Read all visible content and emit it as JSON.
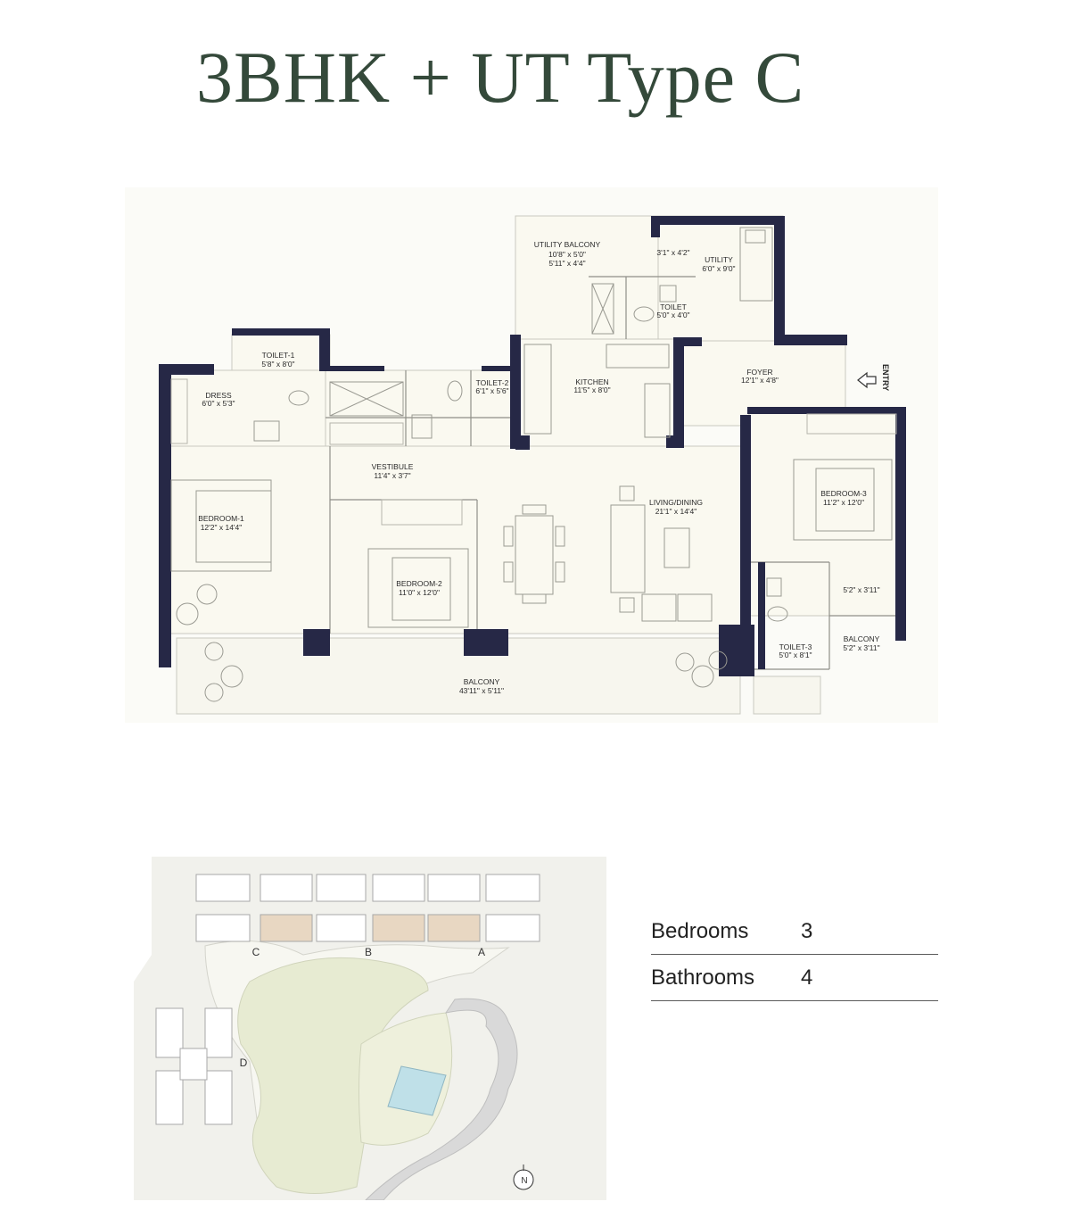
{
  "title": "3BHK + UT Type C",
  "colors": {
    "title": "#34493a",
    "wall": "#262846",
    "floor": "#faf9f0",
    "balcony": "#f7f6ee",
    "highlight_unit": "#e8d7c2",
    "lawn": "#e7ebd2",
    "pool": "#bfe0e8",
    "hardscape": "#d9d9d9"
  },
  "rooms": {
    "utility_balcony": {
      "name": "UTILITY BALCONY",
      "dim1": "10'8\" x 5'0\"",
      "dim2": "5'11\" x 4'4\""
    },
    "utility_small": {
      "dim": "3'1\" x 4'2\""
    },
    "utility": {
      "name": "UTILITY",
      "dim": "6'0\" x 9'0\""
    },
    "toilet_ut": {
      "name": "TOILET",
      "dim": "5'0\" x 4'0\""
    },
    "toilet_1": {
      "name": "TOILET-1",
      "dim": "5'8\" x 8'0\""
    },
    "dress": {
      "name": "DRESS",
      "dim": "6'0\" x 5'3\""
    },
    "toilet_2": {
      "name": "TOILET-2",
      "dim": "6'1\" x 5'6\""
    },
    "kitchen": {
      "name": "KITCHEN",
      "dim": "11'5\" x 8'0\""
    },
    "foyer": {
      "name": "FOYER",
      "dim": "12'1\" x 4'8\""
    },
    "vestibule": {
      "name": "VESTIBULE",
      "dim": "11'4\" x 3'7\""
    },
    "living": {
      "name": "LIVING/DINING",
      "dim": "21'1\" x 14'4\""
    },
    "bedroom_1": {
      "name": "BEDROOM-1",
      "dim": "12'2\" x 14'4\""
    },
    "bedroom_2": {
      "name": "BEDROOM-2",
      "dim": "11'0\" x 12'0\""
    },
    "bedroom_3": {
      "name": "BEDROOM-3",
      "dim": "11'2\" x 12'0\""
    },
    "passage": {
      "dim": "5'2\" x 3'11\""
    },
    "toilet_3": {
      "name": "TOILET-3",
      "dim": "5'0\" x 8'1\""
    },
    "balcony_small": {
      "name": "BALCONY",
      "dim": "5'2\" x 3'11\""
    },
    "balcony_main": {
      "name": "BALCONY",
      "dim": "43'11\" x 5'11\""
    }
  },
  "entry_label": "ENTRY",
  "site_plan": {
    "tower_labels": [
      "C",
      "B",
      "A",
      "D"
    ],
    "north": "N"
  },
  "summary": [
    {
      "label": "Bedrooms",
      "value": "3"
    },
    {
      "label": "Bathrooms",
      "value": "4"
    }
  ]
}
